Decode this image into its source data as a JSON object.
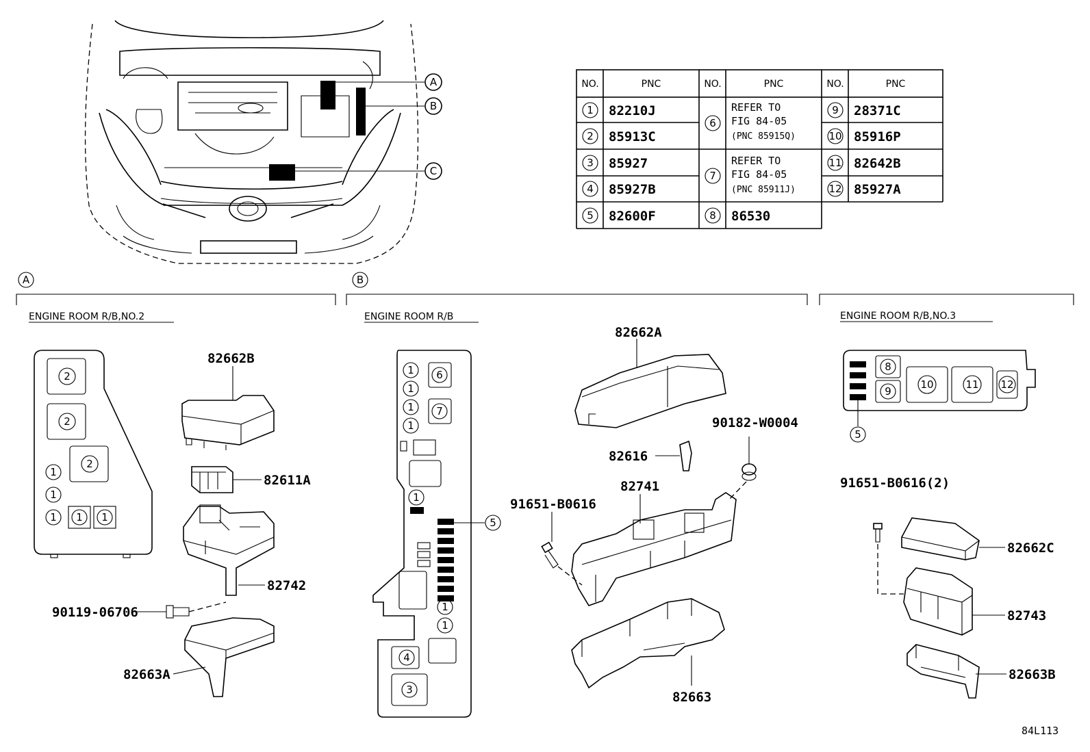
{
  "diagram_id": "84L113",
  "callouts": {
    "a": "A",
    "b": "B",
    "c": "C"
  },
  "table": {
    "headers": {
      "no": "NO.",
      "pnc": "PNC"
    },
    "rows": {
      "r1": {
        "no": "1",
        "pnc": "82210J"
      },
      "r2": {
        "no": "2",
        "pnc": "85913C"
      },
      "r3": {
        "no": "3",
        "pnc": "85927"
      },
      "r4": {
        "no": "4",
        "pnc": "85927B"
      },
      "r5": {
        "no": "5",
        "pnc": "82600F"
      },
      "r6": {
        "no": "6",
        "line1": "REFER TO",
        "line2": "FIG 84-05",
        "line3": "(PNC 85915Q)"
      },
      "r7": {
        "no": "7",
        "line1": "REFER TO",
        "line2": "FIG 84-05",
        "line3": "(PNC 85911J)"
      },
      "r8": {
        "no": "8",
        "pnc": "86530"
      },
      "r9": {
        "no": "9",
        "pnc": "28371C"
      },
      "r10": {
        "no": "10",
        "pnc": "85916P"
      },
      "r11": {
        "no": "11",
        "pnc": "82642B"
      },
      "r12": {
        "no": "12",
        "pnc": "85927A"
      }
    }
  },
  "sections": {
    "a": {
      "letter": "A",
      "title": "ENGINE ROOM R/B,NO.2",
      "parts": {
        "cover": "82662B",
        "relay": "82611A",
        "block": "82742",
        "bolt": "90119-06706",
        "lower": "82663A"
      }
    },
    "b": {
      "letter": "B",
      "title": "ENGINE ROOM R/B",
      "parts": {
        "cover": "82662A",
        "clip": "82616",
        "grommet": "90182-W0004",
        "block": "82741",
        "bolt": "91651-B0616",
        "lower": "82663"
      }
    },
    "c": {
      "title": "ENGINE ROOM R/B,NO.3",
      "parts": {
        "bolt": "91651-B0616(2)",
        "cover": "82662C",
        "block": "82743",
        "lower": "82663B"
      }
    }
  }
}
